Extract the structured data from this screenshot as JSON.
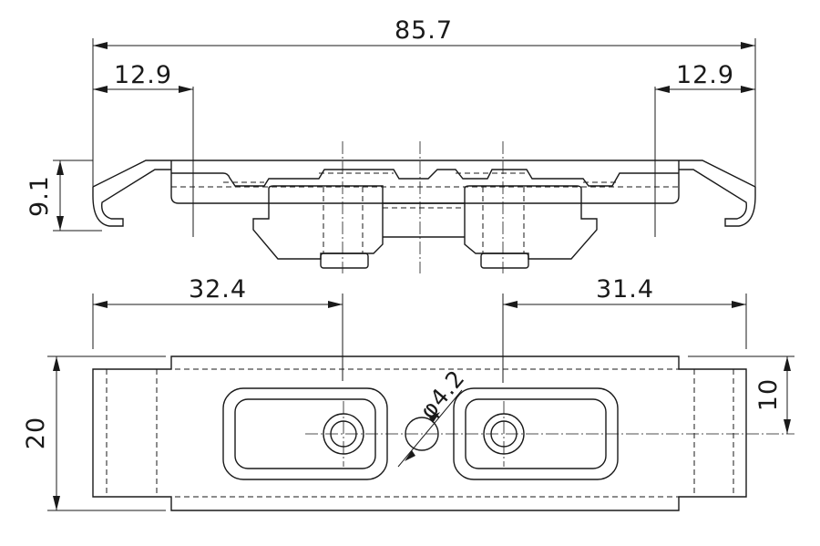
{
  "dimensions": {
    "overall_length": "85.7",
    "left_hook_length": "12.9",
    "right_hook_length": "12.9",
    "height": "9.1",
    "left_hole_offset": "32.4",
    "right_hole_offset": "31.4",
    "width": "20",
    "half_width": "10",
    "hole_diameter": "φ4.2"
  }
}
